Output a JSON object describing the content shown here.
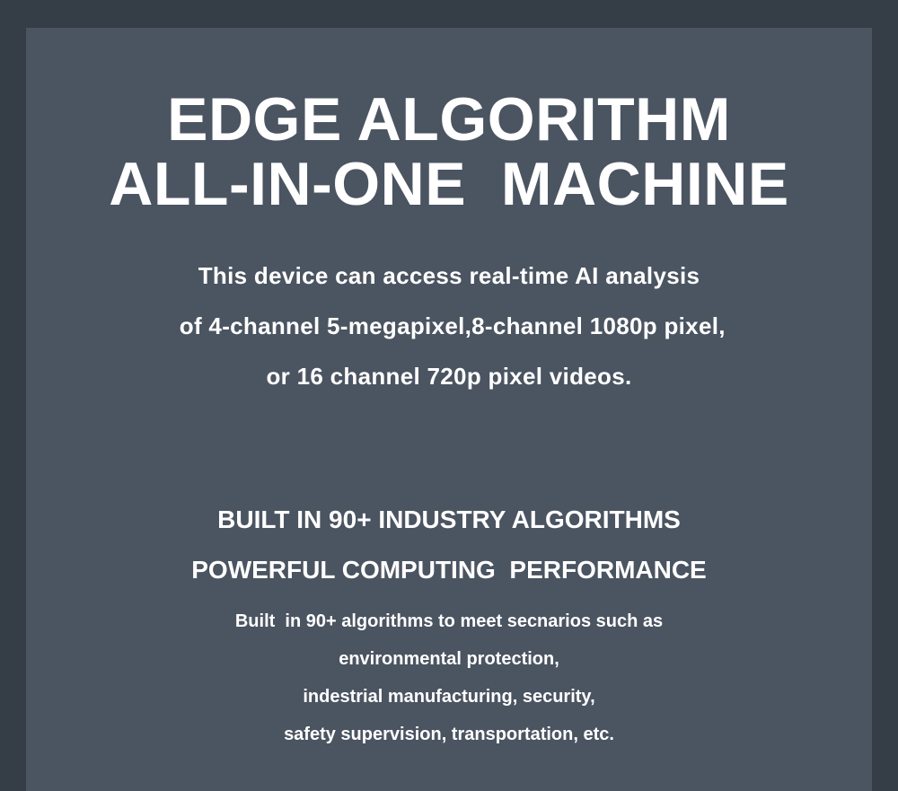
{
  "colors": {
    "page_background": "#353d47",
    "panel_background": "#4b5461",
    "text": "#ffffff"
  },
  "hero": {
    "title_lines": [
      "EDGE ALGORITHM",
      "ALL-IN-ONE  MACHINE"
    ],
    "intro_lines": [
      "This device can access real-time AI analysis",
      " of 4-channel 5-megapixel,8-channel 1080p pixel,",
      "or 16 channel 720p pixel videos."
    ]
  },
  "features": {
    "heading_lines": [
      "BUILT IN 90+ INDUSTRY ALGORITHMS",
      "POWERFUL COMPUTING  PERFORMANCE"
    ],
    "description_lines": [
      "Built  in 90+ algorithms to meet secnarios such as",
      "environmental protection,",
      "indestrial manufacturing, security,",
      "safety supervision, transportation, etc."
    ]
  }
}
